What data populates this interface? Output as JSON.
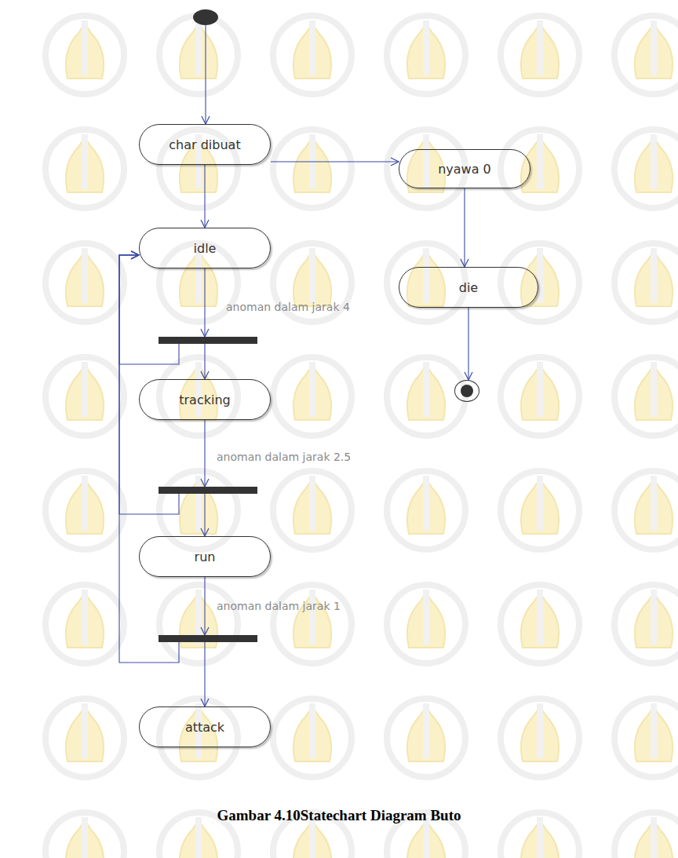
{
  "diagram": {
    "caption": "Gambar 4.10Statechart Diagram Buto",
    "nodes": [
      {
        "text": []
      },
      {
        "text": [
          "char dibuat"
        ]
      },
      {
        "text": [
          "nyawa 0"
        ]
      },
      {
        "text": [
          "idle"
        ]
      },
      {
        "text": [
          "die"
        ]
      },
      {
        "text": []
      },
      {
        "text": [
          "tracking"
        ]
      },
      {
        "text": []
      },
      {
        "text": []
      },
      {
        "text": [
          "run"
        ]
      },
      {
        "text": []
      },
      {
        "text": [
          "attack"
        ]
      }
    ],
    "edges": [
      {
        "from": 0,
        "to": 1,
        "arrow": "to"
      },
      {
        "from": 1,
        "to": 3,
        "arrow": "to"
      },
      {
        "from": 1,
        "to": 2,
        "arrow": "to"
      },
      {
        "from": 2,
        "to": 4,
        "arrow": "to"
      },
      {
        "from": 4,
        "to": 7,
        "arrow": "to"
      },
      {
        "from": 3,
        "to": 5,
        "arrow": "to",
        "label": "anoman dalam jarak 4"
      },
      {
        "from": 5,
        "to": 6,
        "arrow": "to"
      },
      {
        "from": 5,
        "to": 3,
        "arrow": "to"
      },
      {
        "from": 6,
        "to": 8,
        "arrow": "to",
        "label": "anoman dalam jarak 2.5"
      },
      {
        "from": 8,
        "to": 9,
        "arrow": "to"
      },
      {
        "from": 8,
        "to": 3,
        "arrow": "to"
      },
      {
        "from": 9,
        "to": 10,
        "arrow": "to",
        "label": "anoman dalam jarak 1"
      },
      {
        "from": 10,
        "to": 11,
        "arrow": "to"
      },
      {
        "from": 10,
        "to": 3,
        "arrow": "to"
      }
    ]
  }
}
